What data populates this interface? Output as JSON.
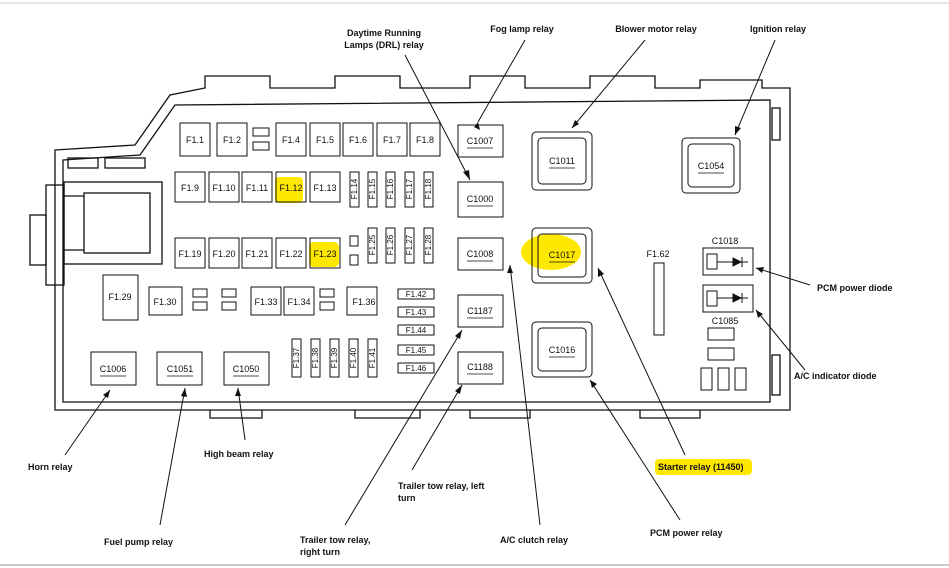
{
  "labels": {
    "drl_relay_line1": "Daytime Running",
    "drl_relay_line2": "Lamps (DRL) relay",
    "fog_lamp_relay": "Fog lamp relay",
    "blower_motor_relay": "Blower motor relay",
    "ignition_relay": "Ignition relay",
    "pcm_power_diode": "PCM power diode",
    "ac_indicator_diode": "A/C indicator diode",
    "horn_relay": "Horn relay",
    "high_beam_relay": "High beam relay",
    "starter_relay": "Starter relay (11450)",
    "fuel_pump_relay": "Fuel pump relay",
    "trailer_left_line1": "Trailer tow relay, left",
    "trailer_left_line2": "turn",
    "trailer_right_line1": "Trailer tow relay,",
    "trailer_right_line2": "right turn",
    "ac_clutch_relay": "A/C clutch relay",
    "pcm_power_relay": "PCM power relay"
  },
  "fuses": {
    "f1_1": "F1.1",
    "f1_2": "F1.2",
    "f1_4": "F1.4",
    "f1_5": "F1.5",
    "f1_6": "F1.6",
    "f1_7": "F1.7",
    "f1_8": "F1.8",
    "f1_9": "F1.9",
    "f1_10": "F1.10",
    "f1_11": "F1.11",
    "f1_12": "F1.12",
    "f1_13": "F1.13",
    "f1_14": "F1.14",
    "f1_15": "F1.15",
    "f1_16": "F1.16",
    "f1_17": "F1.17",
    "f1_18": "F1.18",
    "f1_19": "F1.19",
    "f1_20": "F1.20",
    "f1_21": "F1.21",
    "f1_22": "F1.22",
    "f1_23": "F1.23",
    "f1_25": "F1.25",
    "f1_26": "F1.26",
    "f1_27": "F1.27",
    "f1_28": "F1.28",
    "f1_29": "F1.29",
    "f1_30": "F1.30",
    "f1_33": "F1.33",
    "f1_34": "F1.34",
    "f1_36": "F1.36",
    "f1_37": "F1.37",
    "f1_38": "F1.38",
    "f1_39": "F1.39",
    "f1_40": "F1.40",
    "f1_41": "F1.41",
    "f1_42": "F1.42",
    "f1_43": "F1.43",
    "f1_44": "F1.44",
    "f1_45": "F1.45",
    "f1_46": "F1.46",
    "f1_62": "F1.62"
  },
  "connectors": {
    "c1007": "C1007",
    "c1000": "C1000",
    "c1008": "C1008",
    "c1187": "C1187",
    "c1188": "C1188",
    "c1011": "C1011",
    "c1017": "C1017",
    "c1016": "C1016",
    "c1054": "C1054",
    "c1018": "C1018",
    "c1085": "C1085",
    "c1006": "C1006",
    "c1051": "C1051",
    "c1050": "C1050"
  },
  "highlight_color": "#ffe800"
}
